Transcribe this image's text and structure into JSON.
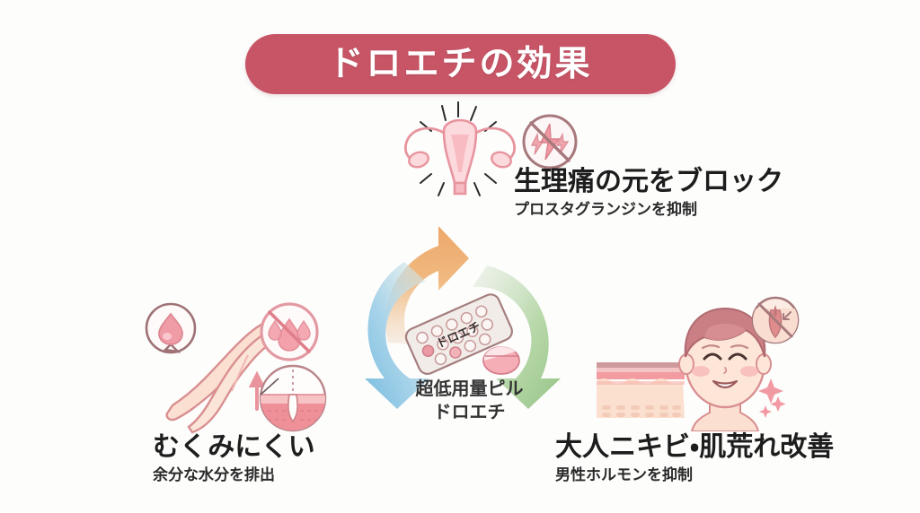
{
  "banner": {
    "title": "ドロエチの効果",
    "bg_color": "#c75566",
    "text_color": "#ffffff"
  },
  "center": {
    "line1": "超低用量ピル",
    "line2": "ドロエチ",
    "pill_pack_label": "ドロエチ"
  },
  "benefits": {
    "top": {
      "title": "生理痛の元をブロック",
      "subtitle": "プロスタグランジンを抑制",
      "arrow_color": "#eda86a"
    },
    "bottom_left": {
      "title": "むくみにくい",
      "subtitle": "余分な水分を排出",
      "arrow_color": "#8ec6e2"
    },
    "bottom_right": {
      "title": "大人ニキビ・肌荒れ改善",
      "subtitle": "男性ホルモンを抑制",
      "arrow_color": "#a8cd9a"
    }
  },
  "icons": {
    "uterus": "uterus-icon",
    "no_pain_badge": "no-pain-lightning-icon",
    "legs": "legs-icon",
    "water_drop_bubble": "water-drop-icon",
    "no_water_badge": "no-water-droplets-icon",
    "skin_pore_circle": "skin-pore-cross-section-icon",
    "face": "smiling-face-icon",
    "skin_layers": "skin-layers-cross-section-icon",
    "no_sebum_badge": "no-sebum-pore-icon",
    "sparkles": "sparkle-icon",
    "pill_sheet": "pill-blister-pack-icon",
    "single_tablet": "tablet-icon"
  },
  "palette": {
    "background": "#fdfdfc",
    "rose": "#c75566",
    "pink_line": "#e09aa0",
    "pink_fill": "#f3aab0",
    "skin": "#fbe0d2",
    "text_dark": "#1d1d1d"
  }
}
